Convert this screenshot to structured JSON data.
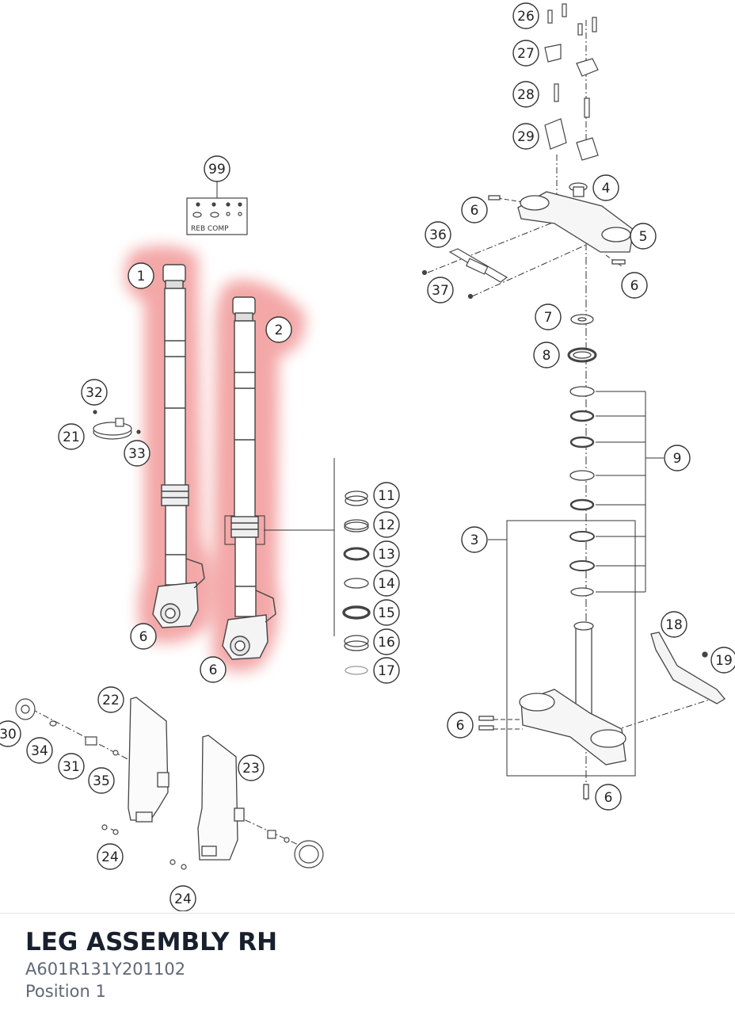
{
  "diagram": {
    "plate_text": "REB COMP",
    "callouts": [
      "99",
      "1",
      "2",
      "32",
      "21",
      "33",
      "6",
      "6",
      "11",
      "12",
      "13",
      "14",
      "15",
      "16",
      "17",
      "26",
      "27",
      "28",
      "29",
      "4",
      "6",
      "36",
      "5",
      "37",
      "6",
      "7",
      "8",
      "9",
      "3",
      "18",
      "19",
      "6",
      "6",
      "22",
      "30",
      "34",
      "31",
      "35",
      "23",
      "24",
      "24"
    ]
  },
  "part": {
    "title": "LEG ASSEMBLY RH",
    "number": "A601R131Y201102",
    "position": "Position 1"
  },
  "colors": {
    "highlight": "#f08a8a",
    "line": "#333333",
    "callout_stroke": "#333333"
  }
}
